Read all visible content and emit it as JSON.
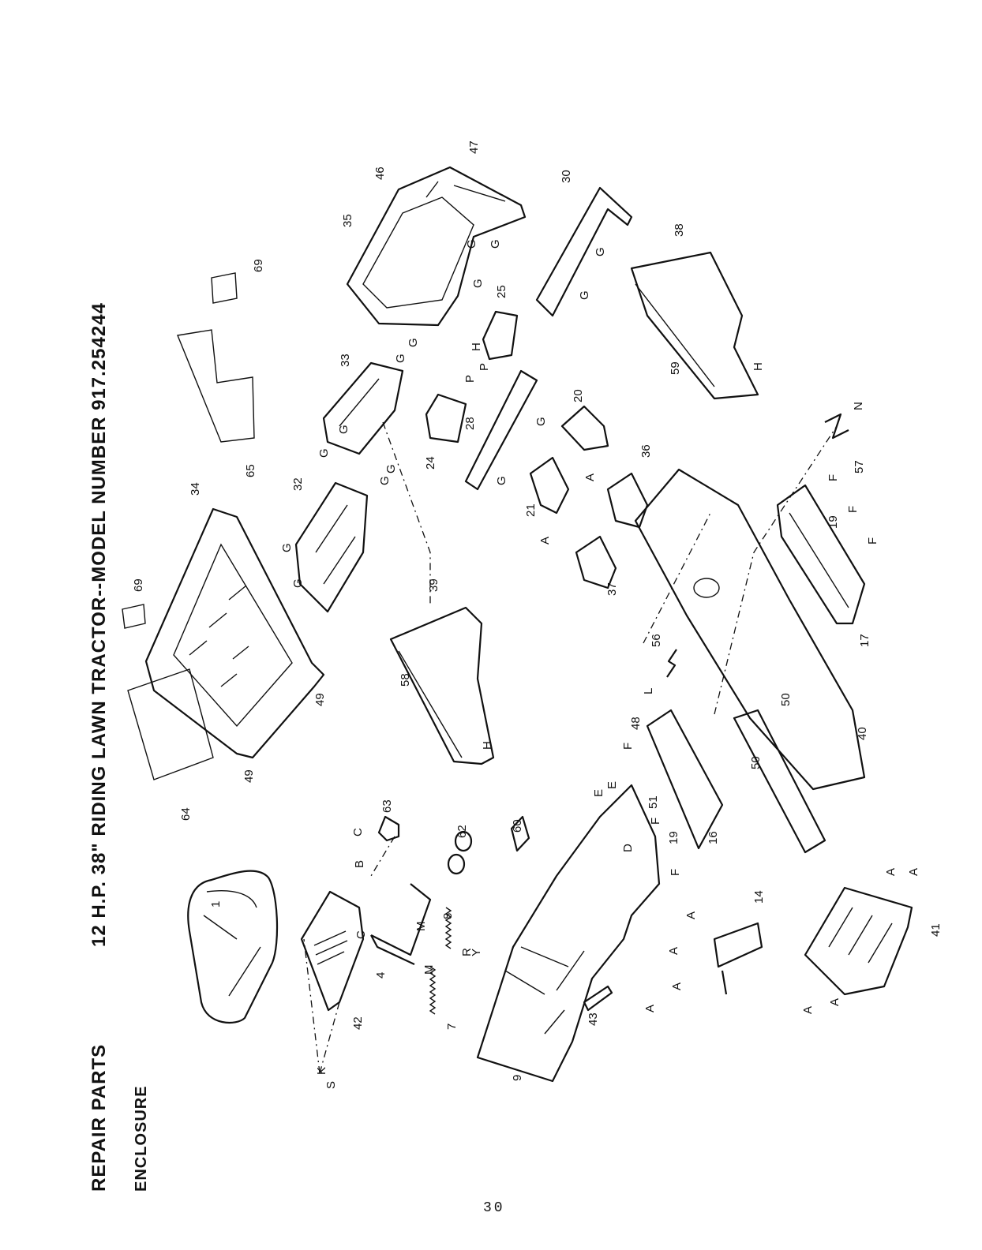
{
  "header": {
    "section": "REPAIR PARTS",
    "subsection": "ENCLOSURE",
    "model": "12 H.P. 38\" RIDING LAWN TRACTOR--MODEL NUMBER 917.254244"
  },
  "page_number": "30",
  "diagram": {
    "part_numbers": [
      "1",
      "4",
      "7",
      "8",
      "9",
      "14",
      "16",
      "17",
      "19",
      "19",
      "20",
      "21",
      "24",
      "25",
      "28",
      "30",
      "32",
      "33",
      "34",
      "35",
      "36",
      "37",
      "38",
      "39",
      "40",
      "41",
      "42",
      "43",
      "46",
      "47",
      "48",
      "49",
      "49",
      "50",
      "50",
      "51",
      "56",
      "57",
      "58",
      "59",
      "60",
      "62",
      "63",
      "64",
      "65",
      "69",
      "69"
    ],
    "reference_letters": [
      "A",
      "A",
      "A",
      "A",
      "A",
      "A",
      "A",
      "A",
      "A",
      "A",
      "B",
      "C",
      "C",
      "D",
      "E",
      "E",
      "F",
      "F",
      "F",
      "F",
      "F",
      "F",
      "G",
      "G",
      "G",
      "G",
      "G",
      "G",
      "G",
      "G",
      "G",
      "G",
      "G",
      "G",
      "G",
      "G",
      "G",
      "H",
      "H",
      "H",
      "K",
      "L",
      "M",
      "M",
      "N",
      "P",
      "P",
      "R",
      "S",
      "Y"
    ]
  }
}
